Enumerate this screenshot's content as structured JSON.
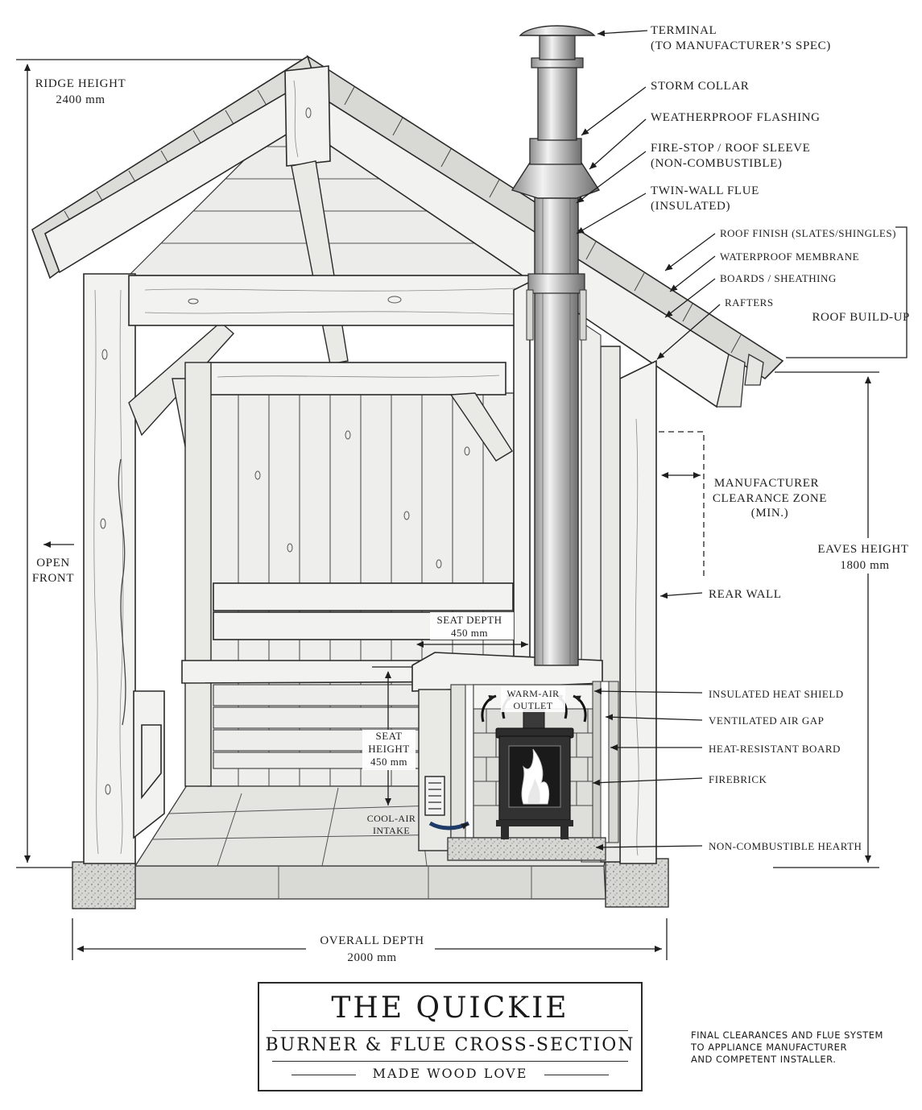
{
  "dimensions": {
    "ridge": {
      "label": "RIDGE HEIGHT",
      "value": "2400 mm"
    },
    "eaves": {
      "label": "EAVES HEIGHT",
      "value": "1800 mm"
    },
    "overall_depth": {
      "label": "OVERALL DEPTH",
      "value": "2000 mm"
    },
    "seat_depth": {
      "label": "SEAT DEPTH",
      "value": "450 mm"
    },
    "seat_height": {
      "line1": "SEAT",
      "line2": "HEIGHT",
      "value": "450 mm"
    }
  },
  "labels": {
    "open_front": {
      "line1": "OPEN",
      "line2": "FRONT"
    },
    "terminal": {
      "line1": "TERMINAL",
      "line2": "(TO MANUFACTURER’S SPEC)"
    },
    "storm_collar": "STORM COLLAR",
    "weatherproof_flashing": "WEATHERPROOF FLASHING",
    "fire_stop": {
      "line1": "FIRE-STOP / ROOF SLEEVE",
      "line2": "(NON-COMBUSTIBLE)"
    },
    "twin_wall_flue": {
      "line1": "TWIN-WALL FLUE",
      "line2": "(INSULATED)"
    },
    "roof_finish": "ROOF FINISH (SLATES/SHINGLES)",
    "waterproof_membrane": "WATERPROOF MEMBRANE",
    "boards_sheathing": "BOARDS / SHEATHING",
    "rafters": "RAFTERS",
    "roof_buildup": "ROOF BUILD-UP",
    "clearance_zone": {
      "line1": "MANUFACTURER",
      "line2": "CLEARANCE ZONE",
      "line3": "(MIN.)"
    },
    "rear_wall": "REAR WALL",
    "insulated_heat_shield": "INSULATED HEAT SHIELD",
    "ventilated_air_gap": "VENTILATED AIR GAP",
    "heat_resistant_board": "HEAT-RESISTANT BOARD",
    "firebrick": "FIREBRICK",
    "non_combustible_hearth": "NON-COMBUSTIBLE HEARTH",
    "warm_air_outlet": {
      "line1": "WARM-AIR",
      "line2": "OUTLET"
    },
    "cool_air_intake": {
      "line1": "COOL-AIR",
      "line2": "INTAKE"
    }
  },
  "title": {
    "main": "THE QUICKIE",
    "subtitle": "BURNER & FLUE CROSS-SECTION",
    "brand": "MADE WOOD LOVE"
  },
  "note": {
    "line1": "FINAL CLEARANCES AND FLUE SYSTEM",
    "line2": "TO APPLIANCE MANUFACTURER",
    "line3": "AND COMPETENT INSTALLER."
  }
}
